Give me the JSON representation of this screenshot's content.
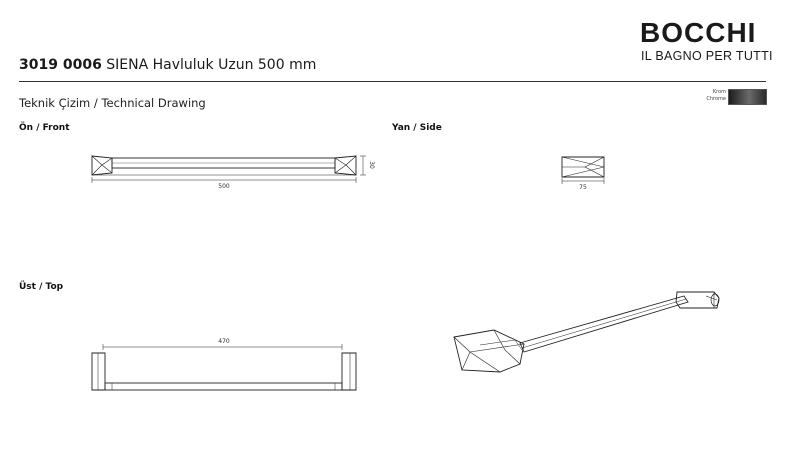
{
  "brand": {
    "name": "BOCCHI",
    "tagline": "IL BAGNO PER TUTTI"
  },
  "header": {
    "code": "3019 0006",
    "title": "SIENA  Havluluk Uzun 500 mm"
  },
  "subtitle": "Teknik Çizim / Technical Drawing",
  "finish": {
    "label_tr": "Krom",
    "label_en": "Chrome",
    "color": "#3a3a3a"
  },
  "views": {
    "front": {
      "label": "Ön / Front",
      "width_dim": "500",
      "height_dim": "30"
    },
    "side": {
      "label": "Yan / Side",
      "depth_dim": "75"
    },
    "top": {
      "label": "Üst / Top",
      "inner_dim": "470"
    }
  }
}
